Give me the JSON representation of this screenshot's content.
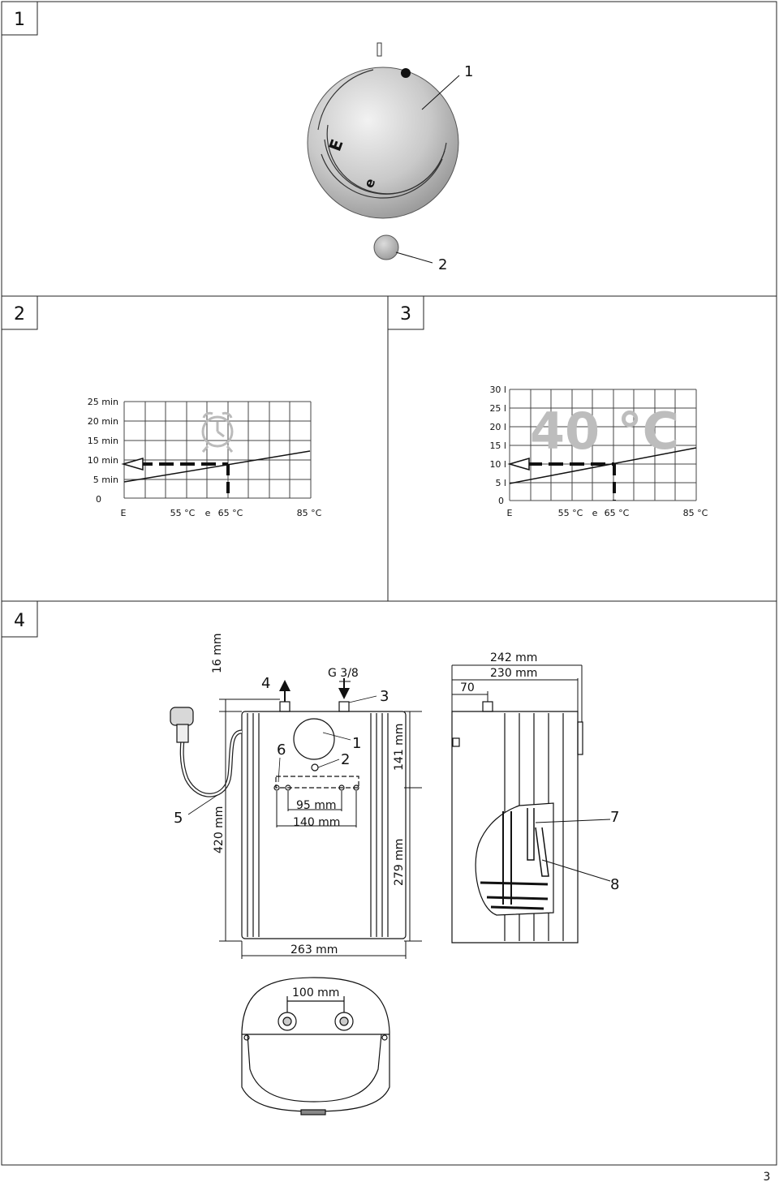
{
  "page_number": "3",
  "panels": {
    "p1": {
      "number": "1"
    },
    "p2": {
      "number": "2"
    },
    "p3": {
      "number": "3"
    },
    "p4": {
      "number": "4"
    }
  },
  "fig1": {
    "callout_1": "1",
    "callout_2": "2",
    "knob_symbol_e_big": "E",
    "knob_symbol_e_small": "e"
  },
  "fig2": {
    "y_labels": [
      "25 min",
      "20 min",
      "15 min",
      "10 min",
      "5 min",
      "0"
    ],
    "x_labels": [
      "E",
      "55 °C",
      "e",
      "65 °C",
      "85 °C"
    ]
  },
  "fig3": {
    "y_labels": [
      "30 l",
      "25 l",
      "20 l",
      "15 l",
      "10 l",
      "5 l",
      "0"
    ],
    "x_labels": [
      "E",
      "55 °C",
      "e",
      "65 °C",
      "85 °C"
    ],
    "watermark": "40 °C"
  },
  "fig4": {
    "dims": {
      "d16": "16 mm",
      "g38": "G 3/8",
      "d141": "141 mm",
      "d95": "95 mm",
      "d140": "140 mm",
      "d420": "420 mm",
      "d279": "279 mm",
      "d263": "263 mm",
      "d242": "242 mm",
      "d230": "230 mm",
      "d70": "70",
      "d100": "100 mm"
    },
    "callouts": [
      "1",
      "2",
      "3",
      "4",
      "5",
      "6",
      "7",
      "8"
    ]
  }
}
